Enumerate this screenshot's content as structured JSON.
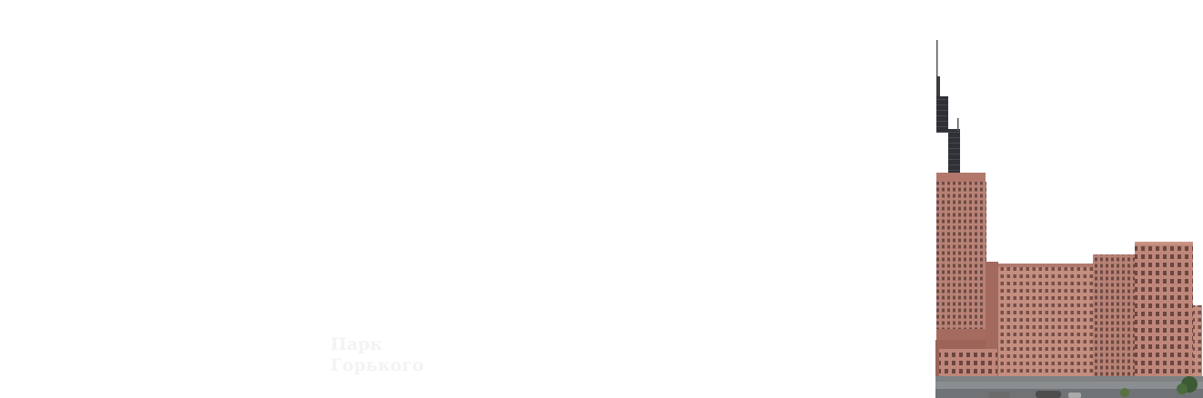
{
  "caption": {
    "line1": "Парк",
    "line2": "Горького"
  },
  "image": {
    "icon": "residential-complex-photo",
    "colors": {
      "brick": "#b98276",
      "brick_dark": "#9c6459",
      "tower_glass": "#2f3136",
      "window": "#6d4a44",
      "podium": "#8a8e90",
      "tree": "#3c5a33"
    }
  }
}
